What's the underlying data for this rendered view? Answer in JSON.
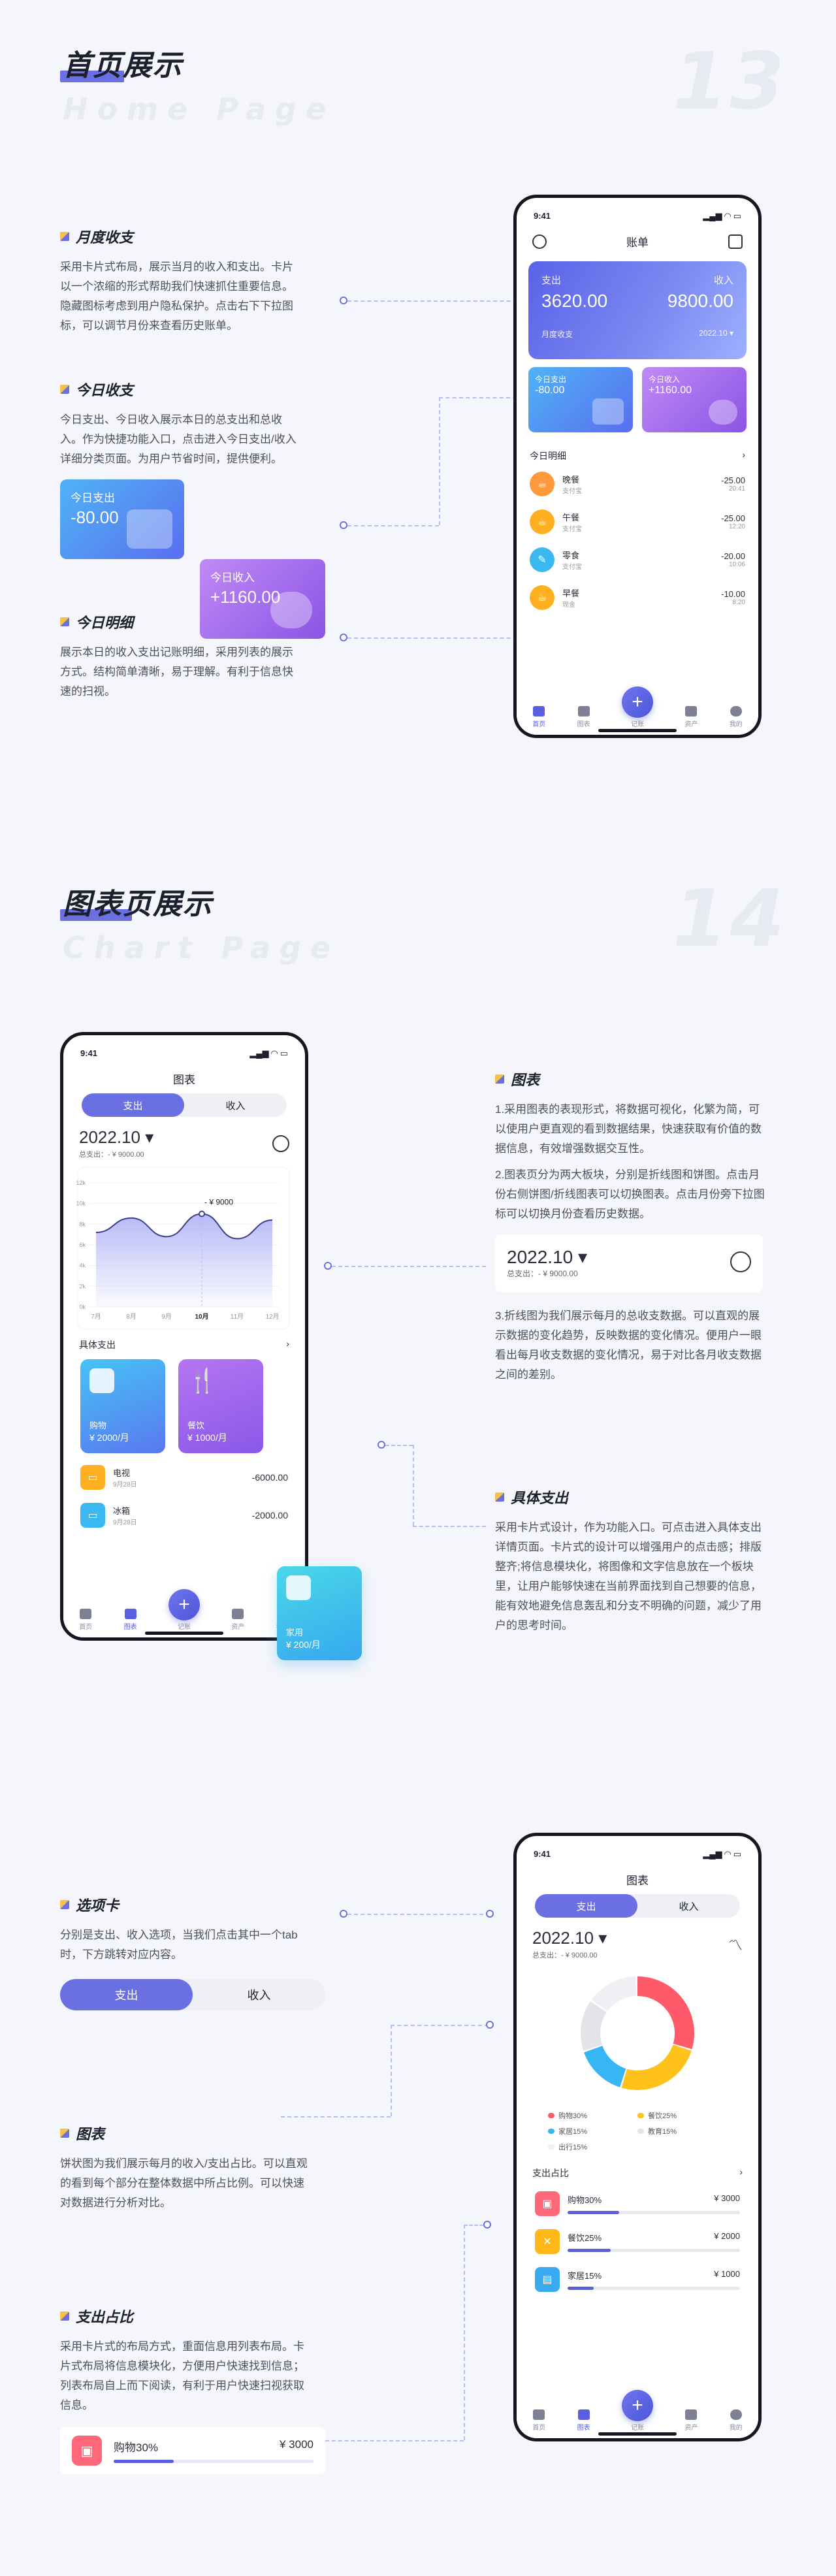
{
  "sec1": {
    "title": "首页展示",
    "en": "Home Page",
    "num": "13"
  },
  "sec2": {
    "title": "图表页展示",
    "en": "Chart Page",
    "num": "14"
  },
  "home_notes": [
    {
      "head": "月度收支",
      "text": "采用卡片式布局，展示当月的收入和支出。卡片以一个浓缩的形式帮助我们快速抓住重要信息。隐藏图标考虑到用户隐私保护。点击右下下拉图标，可以调节月份来查看历史账单。"
    },
    {
      "head": "今日收支",
      "text": "今日支出、今日收入展示本日的总支出和总收入。作为快捷功能入口，点击进入今日支出/收入详细分类页面。为用户节省时间，提供便利。"
    },
    {
      "head": "今日明细",
      "text": "展示本日的收入支出记账明细，采用列表的展示方式。结构简单清晰，易于理解。有利于信息快速的扫视。"
    }
  ],
  "chart_notes": [
    {
      "head": "图表",
      "text": "1.采用图表的表现形式，将数据可视化，化繁为简，可以使用户更直观的看到数据结果，快速获取有价值的数据信息，有效增强数据交互性。",
      "text2": "2.图表页分为两大板块，分别是折线图和饼图。点击月份右侧饼图/折线图表可以切换图表。点击月份旁下拉图标可以切换月份查看历史数据。",
      "text3": "3.折线图为我们展示每月的总收支数据。可以直观的展示数据的变化趋势，反映数据的变化情况。便用户一眼看出每月收支数据的变化情况，易于对比各月收支数据之间的差别。"
    },
    {
      "head": "具体支出",
      "text": "采用卡片式设计，作为功能入口。可点击进入具体支出详情页面。卡片式的设计可以增强用户的点击感；排版整齐;将信息模块化，将图像和文字信息放在一个板块里，让用户能够快速在当前界面找到自己想要的信息，能有效地避免信息轰乱和分支不明确的问题，减少了用户的思考时间。"
    }
  ],
  "pie_notes": [
    {
      "head": "选项卡",
      "text": "分别是支出、收入选项，当我们点击其中一个tab时，下方跳转对应内容。"
    },
    {
      "head": "图表",
      "text": "饼状图为我们展示每月的收入/支出占比。可以直观的看到每个部分在整体数据中所占比例。可以快速对数据进行分析对比。"
    },
    {
      "head": "支出占比",
      "text": "采用卡片式的布局方式，重面信息用列表布局。卡片式布局将信息模块化，方便用户快速找到信息；列表布局自上而下阅读，有利于用户快速扫视获取信息。"
    }
  ],
  "status": {
    "time": "9:41"
  },
  "home": {
    "title": "账单",
    "expense_label": "支出",
    "expense": "3620.00",
    "income_label": "收入",
    "income": "9800.00",
    "month_label": "月度收支",
    "month": "2022.10",
    "today_exp_label": "今日支出",
    "today_exp": "-80.00",
    "today_inc_label": "今日收入",
    "today_inc": "+1160.00",
    "big_exp": "-80.00",
    "big_inc": "+1160.00",
    "detail_title": "今日明细",
    "rows": [
      {
        "name": "晚餐",
        "sub": "支付宝",
        "amt": "-25.00",
        "time": "20:41",
        "color": "#ff9a3c",
        "icon": "☕"
      },
      {
        "name": "午餐",
        "sub": "支付宝",
        "amt": "-25.00",
        "time": "12:20",
        "color": "#ffb020",
        "icon": "☕"
      },
      {
        "name": "零食",
        "sub": "支付宝",
        "amt": "-20.00",
        "time": "10:06",
        "color": "#3ab8f0",
        "icon": "✎"
      },
      {
        "name": "早餐",
        "sub": "现金",
        "amt": "-10.00",
        "time": "8:20",
        "color": "#ffb020",
        "icon": "☕"
      }
    ]
  },
  "tabs": {
    "home": "首页",
    "chart": "图表",
    "add": "记账",
    "asset": "资产",
    "mine": "我的"
  },
  "chart": {
    "title": "图表",
    "tab_exp": "支出",
    "tab_inc": "收入",
    "month": "2022.10",
    "total": "总支出：- ¥ 9000.00",
    "tooltip": "- ¥ 9000",
    "detail_title": "具体支出",
    "cats": [
      {
        "name": "购物",
        "amt": "¥ 2000/月"
      },
      {
        "name": "餐饮",
        "amt": "¥ 1000/月"
      },
      {
        "name": "家用",
        "amt": "¥ 200/月"
      }
    ],
    "rows": [
      {
        "name": "电视",
        "date": "9月28日",
        "amt": "-6000.00"
      },
      {
        "name": "冰箱",
        "date": "9月28日",
        "amt": "-2000.00"
      }
    ]
  },
  "chart_data": {
    "type": "area",
    "categories": [
      "7月",
      "8月",
      "9月",
      "10月",
      "11月",
      "12月"
    ],
    "yticks": [
      "0k",
      "2k",
      "4k",
      "6k",
      "8k",
      "10k",
      "12k"
    ],
    "values": [
      7200,
      8600,
      6800,
      9000,
      6600,
      8400
    ],
    "ylim": [
      0,
      12000
    ]
  },
  "pie": {
    "title": "图表",
    "tab_exp": "支出",
    "tab_inc": "收入",
    "month": "2022.10",
    "total": "总支出：- ¥ 9000.00",
    "legend": [
      {
        "name": "购物30%",
        "color": "#ff5a6a"
      },
      {
        "name": "餐饮25%",
        "color": "#ffc21a"
      },
      {
        "name": "家居15%",
        "color": "#36b6f2"
      },
      {
        "name": "教育15%",
        "color": "#e3e4ea"
      },
      {
        "name": "出行15%",
        "color": "#eef0f4"
      }
    ],
    "share_title": "支出占比",
    "items": [
      {
        "name": "购物30%",
        "amt": "¥ 3000",
        "pct": 30,
        "color": "#ff6878",
        "icon": "▣"
      },
      {
        "name": "餐饮25%",
        "amt": "¥ 2000",
        "pct": 25,
        "color": "#ffb81a",
        "icon": "✕"
      },
      {
        "name": "家居15%",
        "amt": "¥ 1000",
        "pct": 15,
        "color": "#39a9f0",
        "icon": "▤"
      }
    ]
  },
  "callouts": {
    "seg_exp": "支出",
    "seg_inc": "收入",
    "month": "2022.10",
    "total": "总支出：- ¥ 9000.00",
    "share_name": "购物30%",
    "share_amt": "¥ 3000"
  }
}
